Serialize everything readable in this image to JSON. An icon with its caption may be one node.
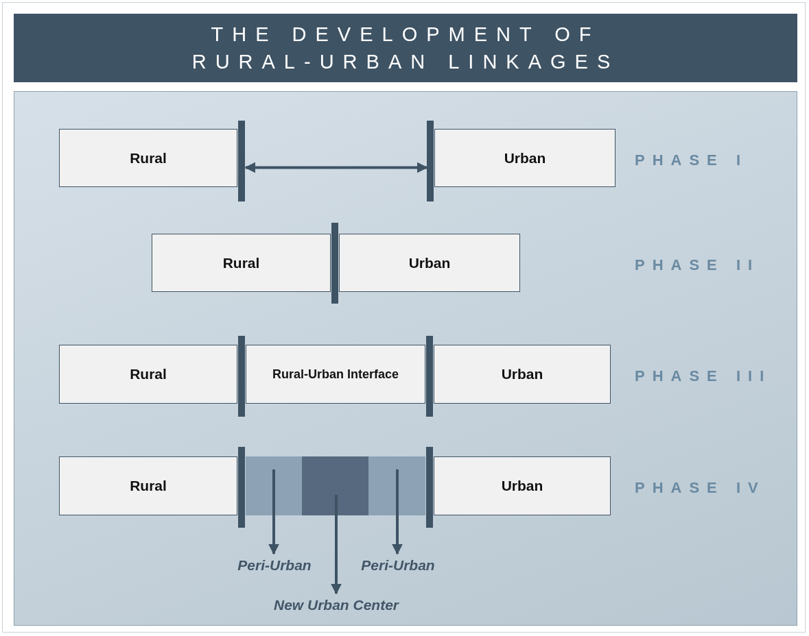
{
  "diagram": {
    "title": "THE DEVELOPMENT OF RURAL-URBAN LINKAGES",
    "nodes": [
      {
        "text": [
          "Rural"
        ]
      },
      {
        "text": [
          "Urban"
        ]
      },
      {
        "text": [
          "Rural"
        ]
      },
      {
        "text": [
          "Urban"
        ]
      },
      {
        "text": [
          "Rural"
        ]
      },
      {
        "text": [
          "Rural-Urban Interface"
        ]
      },
      {
        "text": [
          "Urban"
        ]
      },
      {
        "text": [
          "Rural"
        ]
      },
      {
        "text": [],
        "shape": "box"
      },
      {
        "text": [],
        "shape": "box"
      },
      {
        "text": [],
        "shape": "box"
      },
      {
        "text": [
          "Urban"
        ]
      },
      {
        "text": [
          "Peri-Urban"
        ]
      },
      {
        "text": [
          "New Urban Center"
        ]
      },
      {
        "text": [
          "Peri-Urban"
        ]
      }
    ],
    "edges": [
      {
        "from": 0,
        "to": 1,
        "arrow": "both"
      },
      {
        "from": 8,
        "to": 12,
        "arrow": "to"
      },
      {
        "from": 9,
        "to": 13,
        "arrow": "to"
      },
      {
        "from": 10,
        "to": 14,
        "arrow": "to"
      }
    ],
    "labels": [
      "PHASE I",
      "PHASE II",
      "PHASE III",
      "PHASE IV"
    ]
  }
}
